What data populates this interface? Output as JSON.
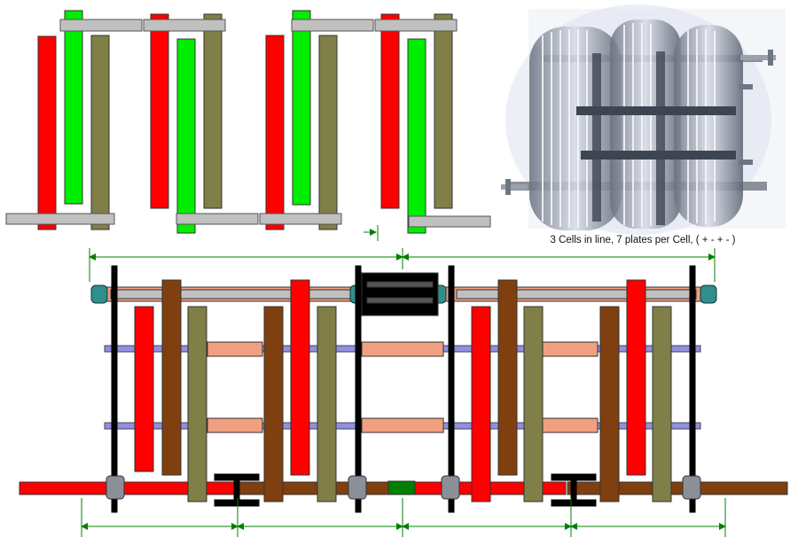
{
  "caption": "3 Cells in line, 7 plates per Cell, ( + - + - )",
  "colors": {
    "positive_plate": "#ff0000",
    "negative_plate": "#00ee00",
    "neutral_plate": "#7f7f47",
    "brown_plate": "#7f3f0f",
    "spacer_bar": "#c0c0c0",
    "connector_copper": "#f0a080",
    "tie_rod": "#9090e0",
    "end_nut": "#2f8f8f",
    "frame_black": "#000000",
    "dimension_line": "#008000",
    "link_green": "#007f00"
  },
  "icons": {
    "photo": "stacked-plate-cell-photo",
    "dimension_arrow": "green-dimension-arrow"
  }
}
